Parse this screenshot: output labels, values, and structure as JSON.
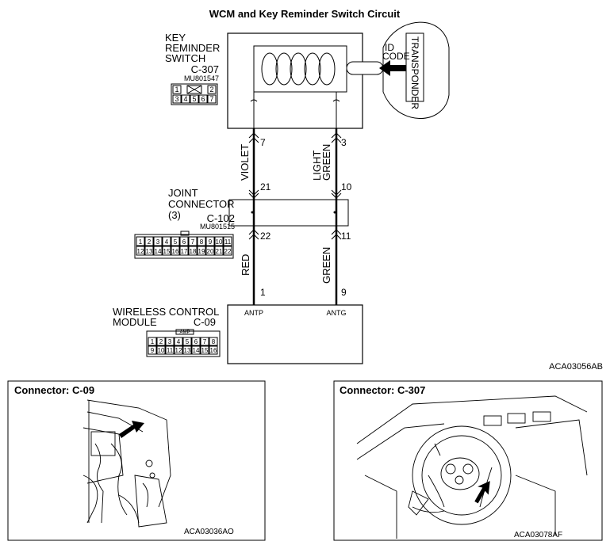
{
  "title": "WCM and Key Reminder Switch Circuit",
  "key_reminder": {
    "label_lines": [
      "KEY",
      "REMINDER",
      "SWITCH"
    ],
    "connector": "C-307",
    "part_no": "MU801547",
    "pins_top": [
      "1",
      "2"
    ],
    "pins_bottom": [
      "3",
      "4",
      "5",
      "6",
      "7"
    ]
  },
  "transponder": {
    "id_code": [
      "ID",
      "CODE"
    ],
    "label": "TRANSPONDER"
  },
  "wires_upper": {
    "left": {
      "color": "VIOLET",
      "pin_top": "7",
      "pin_bottom": "21"
    },
    "right": {
      "color_lines": [
        "LIGHT",
        "GREEN"
      ],
      "pin_top": "3",
      "pin_bottom": "10"
    }
  },
  "joint_connector": {
    "label_lines": [
      "JOINT",
      "CONNECTOR",
      "(3)"
    ],
    "connector": "C-102",
    "part_no": "MU801515",
    "pins_top": [
      "1",
      "2",
      "3",
      "4",
      "5",
      "6",
      "7",
      "8",
      "9",
      "10",
      "11"
    ],
    "pins_bottom": [
      "12",
      "13",
      "14",
      "15",
      "16",
      "17",
      "18",
      "19",
      "20",
      "21",
      "22"
    ]
  },
  "wires_lower": {
    "left": {
      "color": "RED",
      "pin_top": "22",
      "pin_bottom": "1"
    },
    "right": {
      "color": "GREEN",
      "pin_top": "11",
      "pin_bottom": "9"
    }
  },
  "wcm": {
    "label_lines": [
      "WIRELESS CONTROL",
      "MODULE"
    ],
    "connector": "C-09",
    "pin_antp": "ANTP",
    "pin_antg": "ANTG",
    "amp_label": "AMP",
    "pins_top": [
      "1",
      "2",
      "3",
      "4",
      "5",
      "6",
      "7",
      "8"
    ],
    "pins_bottom": [
      "9",
      "10",
      "11",
      "12",
      "13",
      "14",
      "15",
      "16"
    ]
  },
  "diagram_code": "ACA03056AB",
  "panel_c09": {
    "title": "Connector: C-09",
    "code": "ACA03036AO"
  },
  "panel_c307": {
    "title": "Connector: C-307",
    "code": "ACA03078AF"
  }
}
